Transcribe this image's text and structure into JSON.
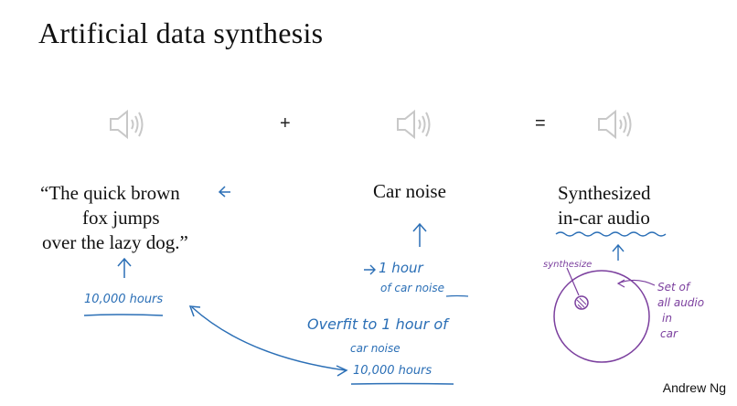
{
  "slide": {
    "title": "Artificial data synthesis",
    "author": "Andrew Ng"
  },
  "equation": {
    "plus": "+",
    "equals": "=",
    "icons": [
      "speaker-icon",
      "speaker-icon",
      "speaker-icon"
    ]
  },
  "phrases": {
    "sentence_line1": "“The quick brown",
    "sentence_line2": "fox jumps",
    "sentence_line3": "over the lazy dog.”",
    "car_noise": "Car noise",
    "synth_line1": "Synthesized",
    "synth_line2": "in-car audio"
  },
  "annotations": {
    "hours_left": "10,000 hours",
    "one_hour_line1": "1 hour",
    "one_hour_line2": "of car noise",
    "overfit_line1": "Overfit to 1 hour of",
    "overfit_line2": "car noise",
    "hours_bottom": "10,000 hours",
    "synthesize_label": "synthesize",
    "set_line1": "Set of",
    "set_line2": "all audio",
    "set_line3": "in",
    "set_line4": "car"
  },
  "colors": {
    "annotation_blue": "#2b6fb6",
    "annotation_purple": "#7b3f9e",
    "speaker_gray": "#c8c8c8"
  }
}
